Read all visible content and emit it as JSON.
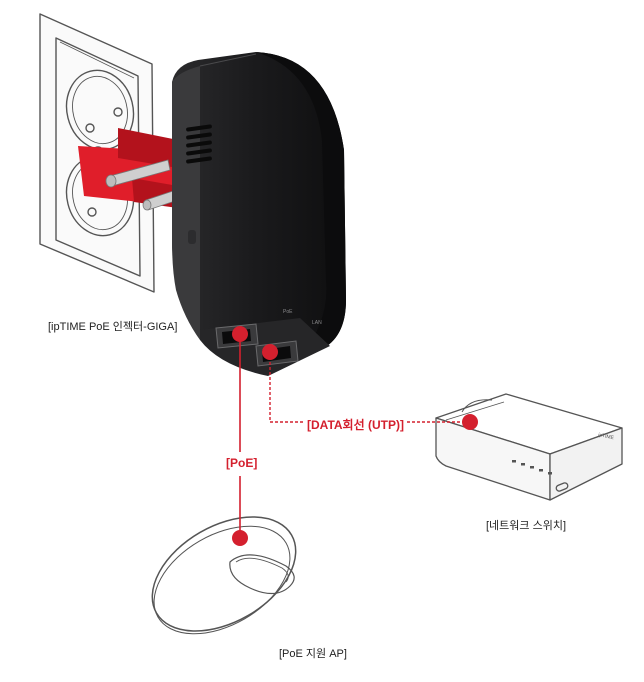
{
  "labels": {
    "injector": "[ipTIME PoE 인젝터-GIGA]",
    "switch": "[네트워크 스위치]",
    "ap": "[PoE 지원 AP]",
    "poe_line": "[PoE]",
    "data_line": "[DATA회선 (UTP)]"
  },
  "device_marks": {
    "port_poe": "PoE",
    "port_lan": "LAN",
    "switch_brand": "ipTIME"
  },
  "colors": {
    "accent": "#d4202e",
    "device_body": "#1d1d1f",
    "sketch_line": "#555555",
    "plug_red": "#e01e2a"
  }
}
